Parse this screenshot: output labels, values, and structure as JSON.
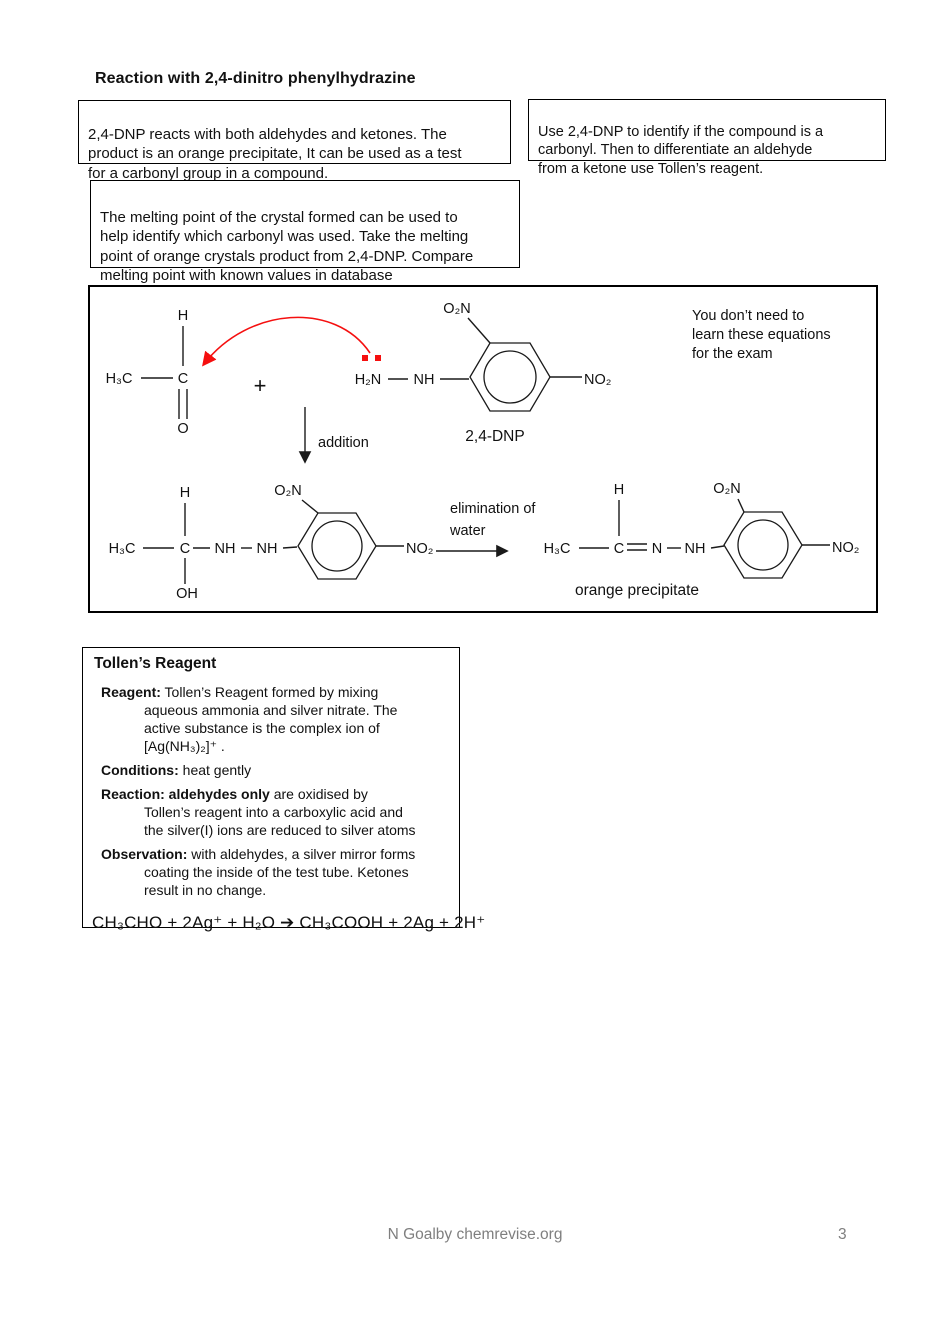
{
  "title": "Reaction with 2,4-dinitro phenylhydrazine",
  "boxes": {
    "intro": "2,4-DNP reacts with both aldehydes and ketones. The\nproduct is an orange precipitate, It can be used as a test\nfor a carbonyl group in a compound.",
    "use": "Use 2,4-DNP to identify if the compound is a\ncarbonyl. Then to differentiate an aldehyde\nfrom a ketone use Tollen’s reagent.",
    "melting": "The melting point of the crystal formed can be used to\nhelp identify which carbonyl was used. Take the  melting\npoint of orange crystals product from 2,4-DNP. Compare\nmelting point with known values in database"
  },
  "diagram": {
    "note_lines": [
      "You don’t need to",
      "learn these equations",
      "for the exam"
    ],
    "labels": {
      "h": "H",
      "h3c": "H₃C",
      "c": "C",
      "o": "O",
      "oh": "OH",
      "n": "N",
      "nh": "NH",
      "h2n": "H₂N",
      "o2n": "O₂N",
      "no2": "NO₂",
      "plus": "+",
      "dnp": "2,4-DNP",
      "addition": "addition",
      "elimination_line1": "elimination of",
      "elimination_line2": "water",
      "orange": "orange precipitate"
    },
    "colors": {
      "arrow_red": "#f50f0f",
      "bond_black": "#1a1a1a"
    }
  },
  "tollens": {
    "title": "Tollen’s Reagent",
    "entries": [
      {
        "bold": "Reagent:",
        "text": " Tollen’s Reagent formed by mixing\naqueous ammonia and silver nitrate. The\nactive substance is the complex ion of\n[Ag(NH₃)₂]⁺ ."
      },
      {
        "bold": "Conditions:",
        "text": " heat gently"
      },
      {
        "bold": "Reaction: aldehydes only",
        "text": " are oxidised by\nTollen’s reagent into a carboxylic acid and\nthe silver(I) ions  are reduced to silver atoms"
      },
      {
        "bold": "Observation:",
        "text": " with aldehydes, a silver mirror forms\ncoating the inside of the test tube. Ketones\nresult in no change."
      }
    ],
    "equation": "CH₃CHO + 2Ag⁺ + H₂O ➔ CH₃COOH + 2Ag + 2H⁺"
  },
  "footer": {
    "credit": "N Goalby chemrevise.org",
    "page_number": "3"
  }
}
